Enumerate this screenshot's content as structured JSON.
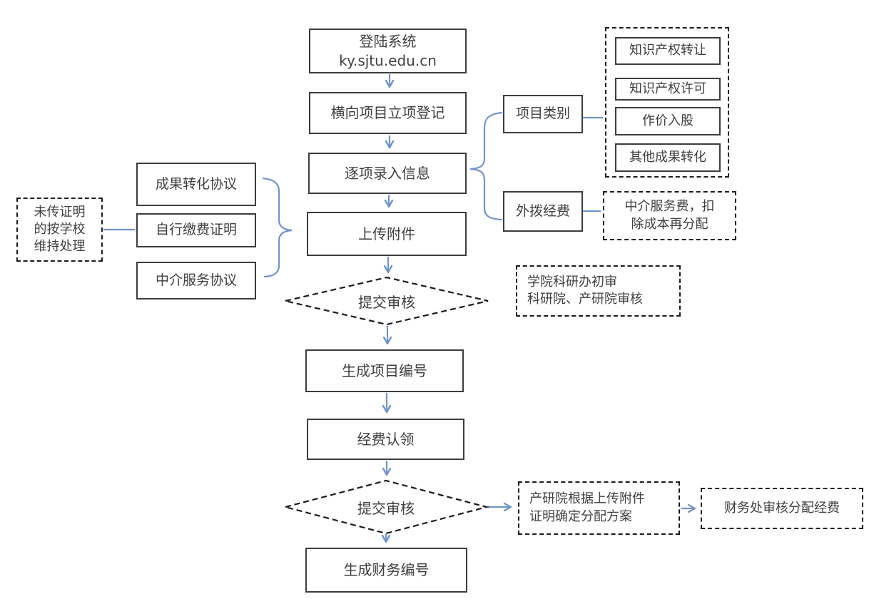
{
  "colors": {
    "arrow_blue": "#7094cd",
    "solid_border": "#3d3d3d",
    "dashed_border": "#1c1c1c",
    "text": "#3f3f3f",
    "background": "#ffffff"
  },
  "nodes": {
    "login": {
      "line1": "登陆系统",
      "line2": "ky.sjtu.edu.cn"
    },
    "register": {
      "label": "横向项目立项登记"
    },
    "enter_info": {
      "label": "逐项录入信息"
    },
    "upload": {
      "label": "上传附件"
    },
    "submit_review_1": {
      "label": "提交审核"
    },
    "gen_project_no": {
      "label": "生成项目编号"
    },
    "fund_claim": {
      "label": "经费认领"
    },
    "submit_review_2": {
      "label": "提交审核"
    },
    "gen_finance_no": {
      "label": "生成财务编号"
    },
    "project_category": {
      "label": "项目类别"
    },
    "category_options": [
      "知识产权转让",
      "知识产权许可",
      "作价入股",
      "其他成果转化"
    ],
    "outbound_fund": {
      "label": "外拨经费"
    },
    "agency_fee": {
      "line1": "中介服务费，扣",
      "line2": "除成本再分配"
    },
    "attachments": [
      "成果转化协议",
      "自行缴费证明",
      "中介服务协议"
    ],
    "no_proof_note": {
      "line1": "未传证明",
      "line2": "的按学校",
      "line3": "维持处理"
    },
    "review_note": {
      "line1": "学院科研办初审",
      "line2": "科研院、产研院审核"
    },
    "allocation_plan": {
      "line1": "产研院根据上传附件",
      "line2": "证明确定分配方案"
    },
    "finance_review": {
      "label": "财务处审核分配经费"
    }
  }
}
